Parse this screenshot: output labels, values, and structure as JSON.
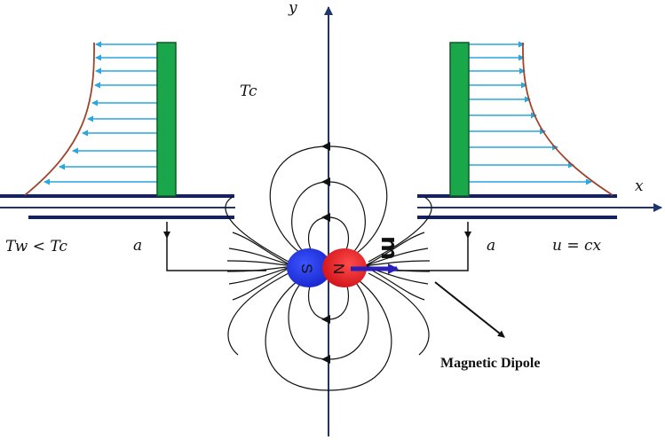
{
  "labels": {
    "y_axis": "y",
    "x_axis": "x",
    "ambient_temp": "Tc",
    "wall_temp_condition": "Tw < Tc",
    "gap_left": "a",
    "gap_right": "a",
    "stretching_velocity": "u = cx",
    "dipole_moment": "m",
    "south_pole": "S",
    "north_pole": "N",
    "caption": "Magnetic Dipole"
  },
  "colors": {
    "axis": "#1f3570",
    "plate": "#13206a",
    "profile_wall": "#1aa64a",
    "profile_arrows": "#2aa6e0",
    "profile_curve": "#a0442a",
    "south_pole": "#1b2ee0",
    "north_pole": "#e3202a",
    "moment_arrow": "#2a1fb8",
    "field_lines": "#111111"
  },
  "icons": {
    "axis_arrowheads": "arrowhead",
    "field_line_arrows": "arrowhead",
    "caption_pointer": "arrow"
  }
}
